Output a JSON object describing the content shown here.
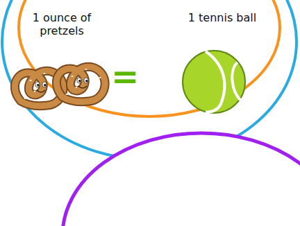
{
  "diagram": {
    "nodes": [
      {
        "text": [
          "1 ounce of pretzels",
          "=",
          "1 tennis ball"
        ]
      }
    ]
  }
}
